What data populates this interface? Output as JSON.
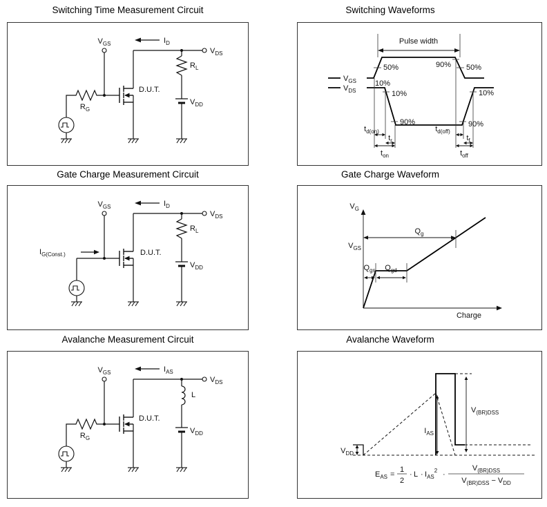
{
  "titles": {
    "p1": "Switching Time Measurement Circuit",
    "p2": "Switching Waveforms",
    "p3": "Gate Charge Measurement Circuit",
    "p4": "Gate Charge Waveform",
    "p5": "Avalanche Measurement Circuit",
    "p6": "Avalanche Waveform"
  },
  "lbl": {
    "vgs": {
      "b": "V",
      "s": "GS"
    },
    "vds": {
      "b": "V",
      "s": "DS"
    },
    "vdd": {
      "b": "V",
      "s": "DD"
    },
    "vg": {
      "b": "V",
      "s": "G"
    },
    "vbrdss": {
      "b": "V",
      "s": "(BR)DSS"
    },
    "id": {
      "b": "I",
      "s": "D"
    },
    "ias": {
      "b": "I",
      "s": "AS"
    },
    "ig": {
      "b": "I",
      "s": "G(Const.)"
    },
    "rl": {
      "b": "R",
      "s": "L"
    },
    "rg": {
      "b": "R",
      "s": "G"
    },
    "l": "L",
    "dut": "D.U.T.",
    "qg": {
      "b": "Q",
      "s": "g"
    },
    "qgs": {
      "b": "Q",
      "s": "gs"
    },
    "qgd": {
      "b": "Q",
      "s": "gd"
    },
    "tdon": {
      "b": "t",
      "s": "d(on)"
    },
    "tr": {
      "b": "t",
      "s": "r"
    },
    "ton": {
      "b": "t",
      "s": "on"
    },
    "tdoff": {
      "b": "t",
      "s": "d(off)"
    },
    "tf": {
      "b": "t",
      "s": "f"
    },
    "toff": {
      "b": "t",
      "s": "off"
    },
    "eas": {
      "b": "E",
      "s": "AS"
    }
  },
  "sw": {
    "pulse_width": "Pulse width",
    "p50": "50%",
    "p90": "90%",
    "p10": "10%"
  },
  "gc": {
    "charge": "Charge"
  },
  "av": {
    "eq": "=",
    "one": "1",
    "two": "2",
    "dot": "·",
    "sq": "2",
    "minus": "−"
  }
}
